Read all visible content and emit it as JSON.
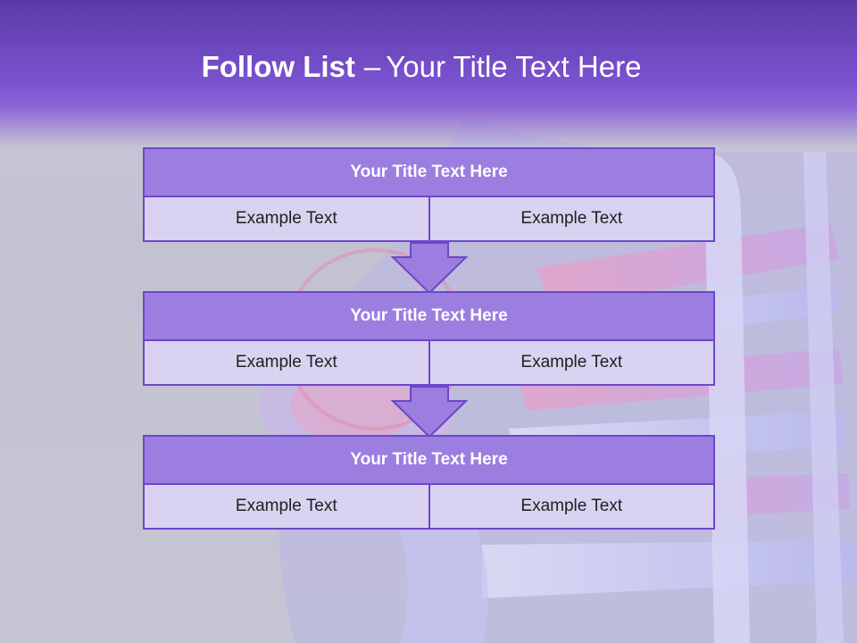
{
  "slide": {
    "title_bold": "Follow List",
    "title_separator": "–",
    "title_rest": "Your Title Text Here"
  },
  "blocks": [
    {
      "title": "Your Title Text Here",
      "cells": [
        "Example Text",
        "Example Text"
      ]
    },
    {
      "title": "Your Title Text Here",
      "cells": [
        "Example Text",
        "Example Text"
      ]
    },
    {
      "title": "Your Title Text Here",
      "cells": [
        "Example Text",
        "Example Text"
      ]
    }
  ],
  "colors": {
    "header": "#7a52cf",
    "block_title_fill": "#9b7ee0",
    "block_border": "#6d46c9",
    "cell_fill": "#d9d2f1",
    "arrow_fill": "#9b7ee0"
  },
  "icons": [
    "down-arrow-icon"
  ]
}
